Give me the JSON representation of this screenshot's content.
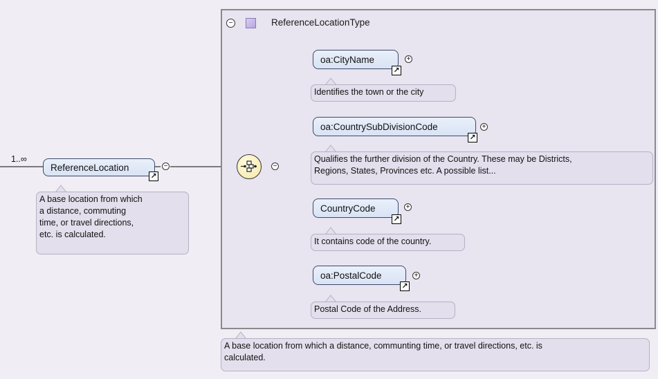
{
  "root": {
    "multiplicity": "1..∞",
    "name": "ReferenceLocation",
    "annotation_lines": [
      "A base location from which",
      "a distance, commuting",
      "time, or travel directions,",
      "etc. is calculated."
    ]
  },
  "type_box": {
    "name": "ReferenceLocationType",
    "annotation_lines": [
      "A base location from which a distance, communting time, or travel directions, etc. is",
      "calculated."
    ]
  },
  "children": [
    {
      "name": "oa:CityName",
      "annotation_lines": [
        "Identifies the town or the city"
      ]
    },
    {
      "name": "oa:CountrySubDivisionCode",
      "annotation_lines": [
        "Qualifies the further division of the Country. These may be Districts,",
        "Regions, States, Provinces etc. A possible list..."
      ]
    },
    {
      "name": "CountryCode",
      "annotation_lines": [
        "It contains code of the country."
      ]
    },
    {
      "name": "oa:PostalCode",
      "annotation_lines": [
        "Postal Code of the Address."
      ]
    }
  ],
  "icons": {
    "reference": "reference-arrow-icon",
    "collapse": "collapse-minus-icon",
    "expand": "expand-plus-icon",
    "sequence": "sequence-compositor-icon",
    "type": "complex-type-icon"
  },
  "colors": {
    "background": "#f0edf5",
    "node_fill": "#dbe5f5",
    "node_border": "#3a4a6b",
    "annotation_fill": "#e4dfec",
    "compositor_fill": "#f6e7a4",
    "type_swatch": "#c6b8ea"
  }
}
